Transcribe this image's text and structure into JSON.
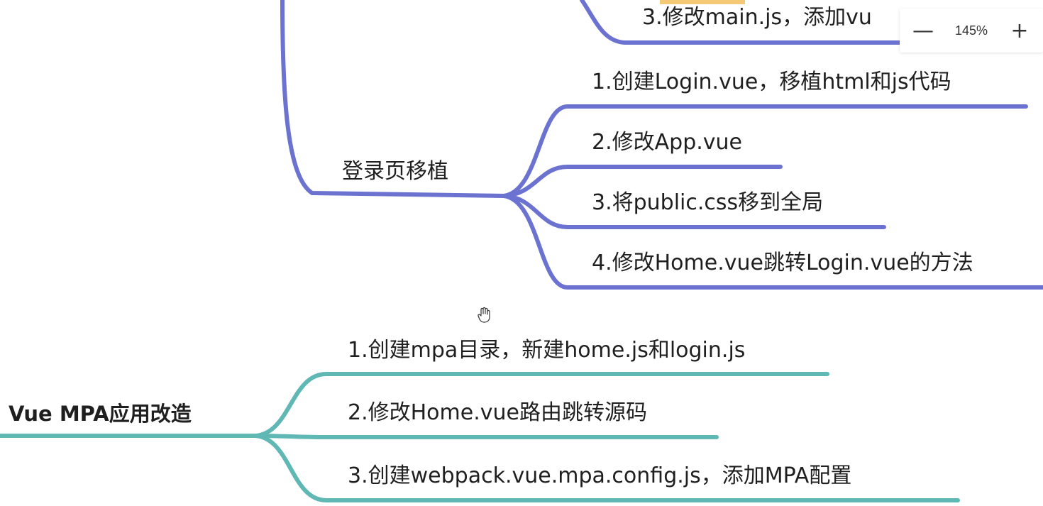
{
  "branch_top": {
    "child3": "3.修改main.js，添加vu"
  },
  "branch_login": {
    "label": "登录页移植",
    "children": [
      "1.创建Login.vue，移植html和js代码",
      "2.修改App.vue",
      "3.将public.css移到全局",
      "4.修改Home.vue跳转Login.vue的方法"
    ]
  },
  "branch_mpa": {
    "label": "Vue MPA应用改造",
    "children": [
      "1.创建mpa目录，新建home.js和login.js",
      "2.修改Home.vue路由跳转源码",
      "3.创建webpack.vue.mpa.config.js，添加MPA配置"
    ]
  },
  "zoom": {
    "minus": "—",
    "value": "145%",
    "plus": "+"
  },
  "colors": {
    "purple_branch": "#6b72d0",
    "teal_branch": "#5fb8b4",
    "partial_orange": "#f0b43c"
  }
}
